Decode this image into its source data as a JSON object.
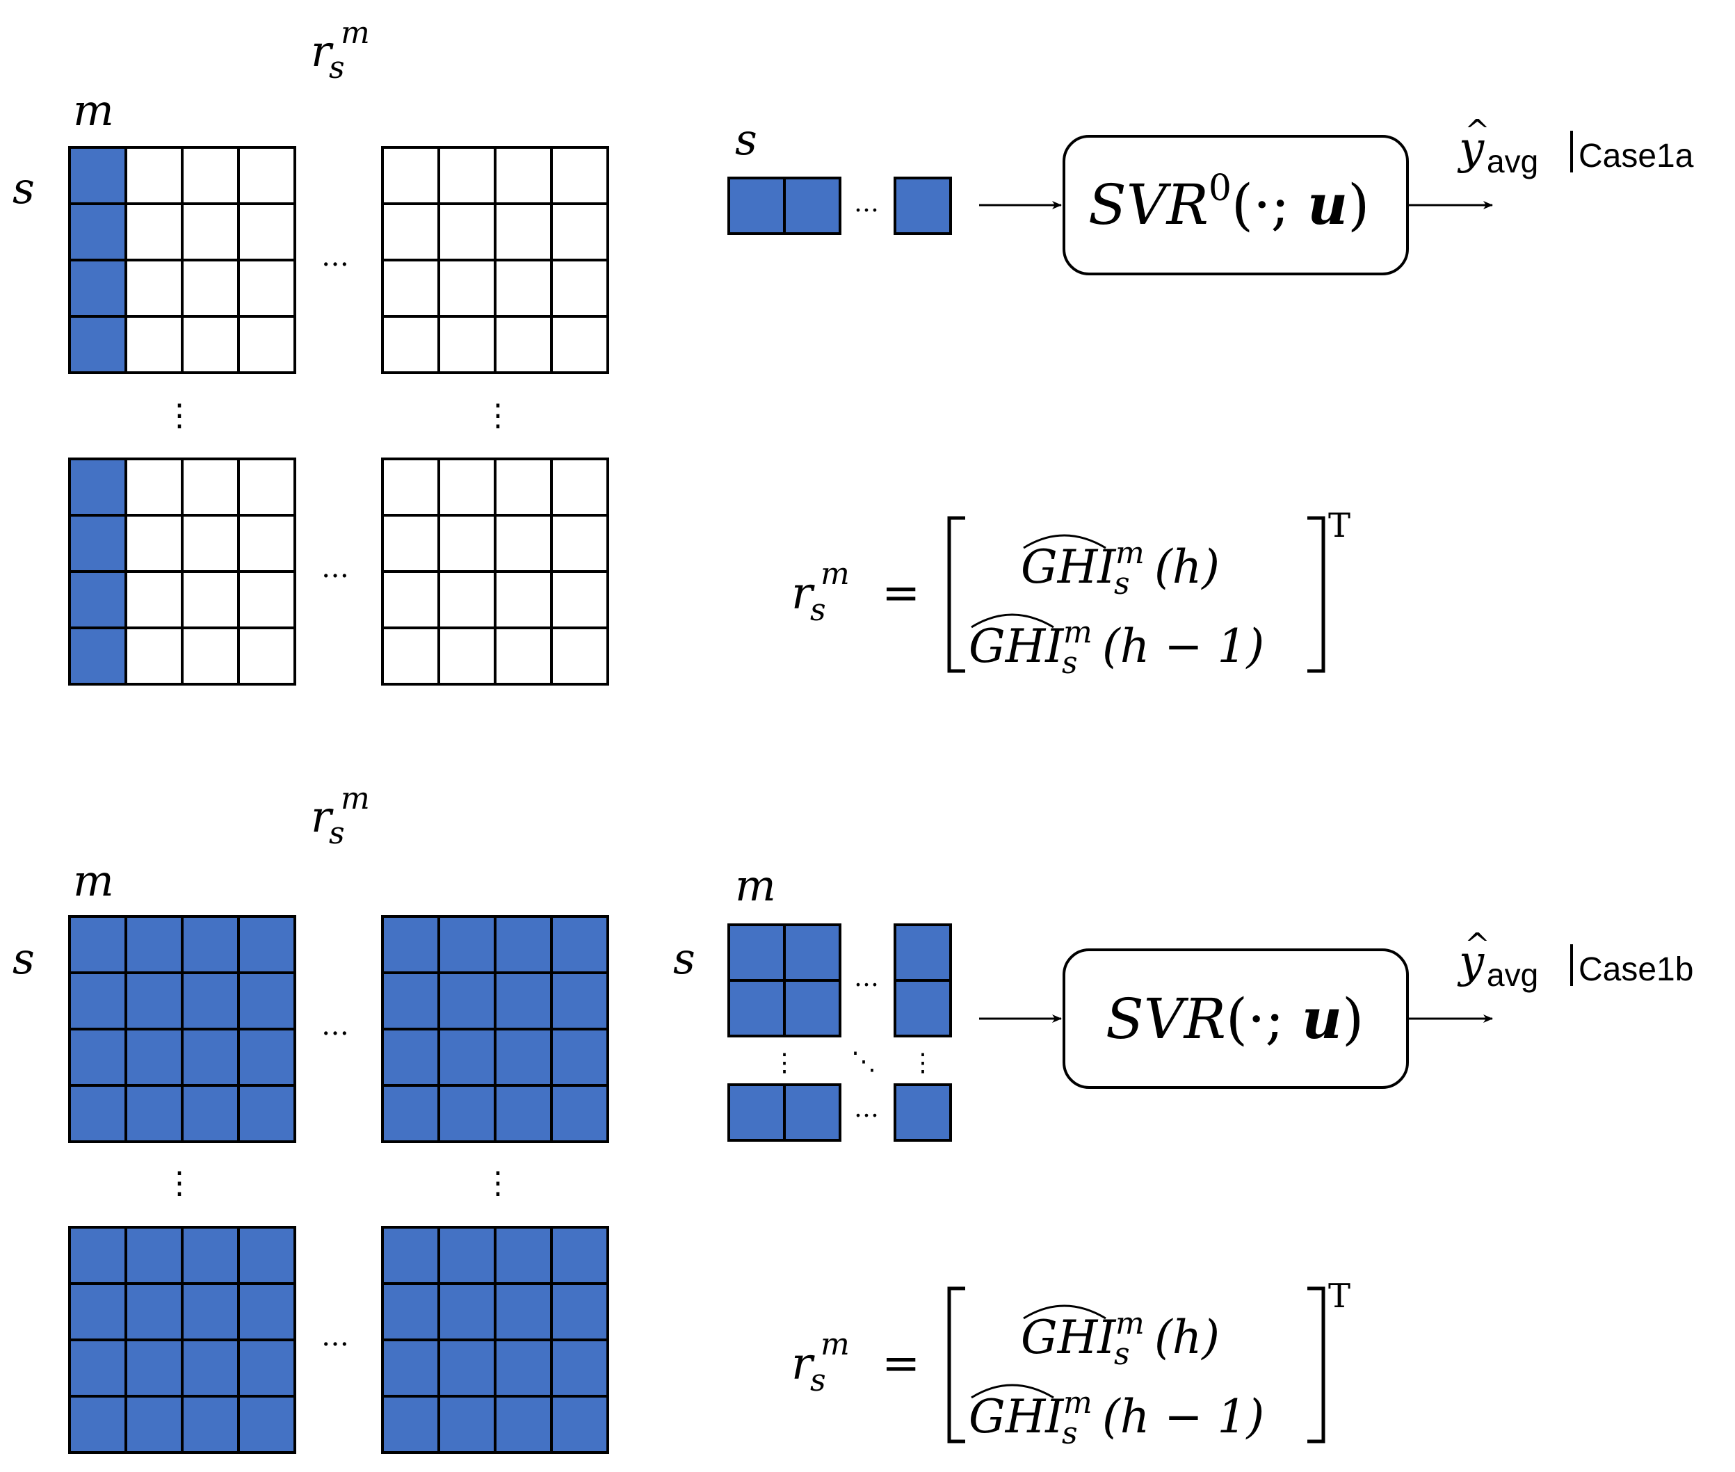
{
  "colors": {
    "fill": "#4472c4",
    "stroke": "#000000",
    "empty": "#ffffff"
  },
  "labels": {
    "r_base": "r",
    "r_sub": "s",
    "r_sup": "m",
    "m": "m",
    "s": "s",
    "ellipsis": "…",
    "vdots": "⋮",
    "ddots": "⋱"
  },
  "case1a": {
    "model_main": "SVR",
    "model_sup": "0",
    "model_args": "(·; ",
    "model_u": "u",
    "model_close": ")",
    "output_y": "y",
    "output_hat": "^",
    "output_sub": "avg",
    "output_case": "Case1a",
    "matrix_fill": "first-column"
  },
  "case1b": {
    "model_main": "SVR",
    "model_args": "(·; ",
    "model_u": "u",
    "model_close": ")",
    "output_y": "y",
    "output_hat": "^",
    "output_sub": "avg",
    "output_case": "Case1b",
    "matrix_fill": "all"
  },
  "equation": {
    "lhs_base": "r",
    "lhs_sub": "s",
    "lhs_sup": "m",
    "equals": "=",
    "row1_ghi": "GHI",
    "row1_sup": "m",
    "row1_sub": "s",
    "row1_arg": "(h)",
    "row2_ghi": "GHI",
    "row2_sup": "m",
    "row2_sub": "s",
    "row2_arg": "(h − 1)",
    "transpose": "T"
  }
}
